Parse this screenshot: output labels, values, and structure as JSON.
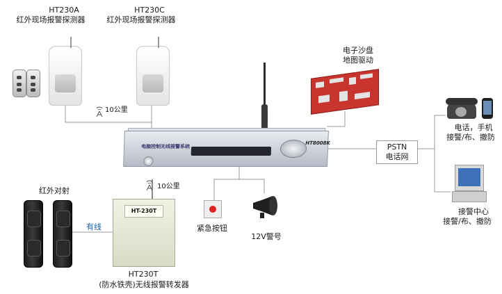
{
  "labels": {
    "ht230a_model": "HT230A",
    "ht230a_desc": "红外现场报警探测器",
    "ht230c_model": "HT230C",
    "ht230c_desc": "红外现场报警探测器",
    "board_line1": "电子沙盘",
    "board_line2": "地图驱动",
    "wireless_range_top": "10公里",
    "wireless_range_bottom": "10公里",
    "console_title": "电脑控制无线报警系统",
    "console_model": "HT8008K",
    "pstn_line1": "PSTN",
    "pstn_line2": "电话网",
    "phone_line1": "电话，手机",
    "phone_line2": "接警/布、撤防",
    "center_line1": "接警中心",
    "center_line2": "接警/布、撤防",
    "ir_beam": "红外对射",
    "wired": "有线",
    "cabinet_plate": "HT-230T",
    "repeater_model": "HT230T",
    "repeater_desc": "(防水铁壳)无线报警转发器",
    "emergency_button": "紧急按钮",
    "siren": "12V警号"
  },
  "colors": {
    "wire": "#9a9a9a",
    "wired_label": "#1a5fb4",
    "board_red": "#c8352e"
  },
  "icons": [
    "wireless-signal-icon",
    "phone-icon",
    "computer-icon",
    "siren-icon"
  ]
}
